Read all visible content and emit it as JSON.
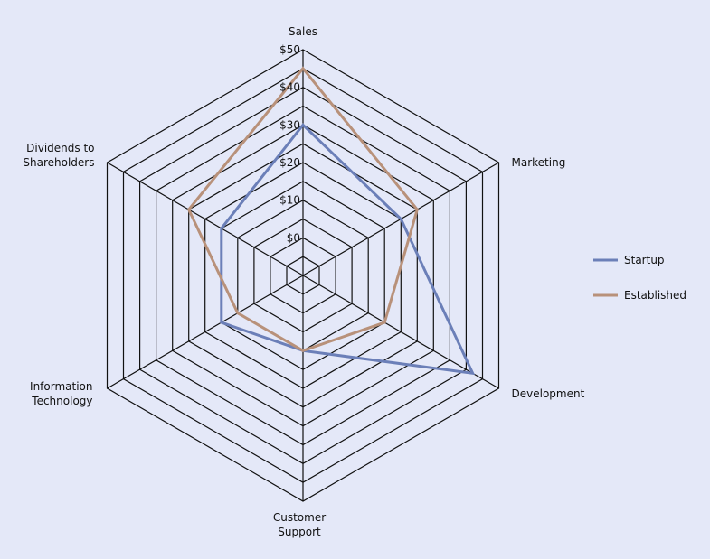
{
  "chart_data": {
    "type": "radar",
    "axes": [
      "Sales",
      "Marketing",
      "Development",
      "Customer Support",
      "Information Technology",
      "Dividends to Shareholders"
    ],
    "axis_label_lines": [
      [
        "Sales"
      ],
      [
        "Marketing"
      ],
      [
        "Development"
      ],
      [
        "Customer",
        "Support"
      ],
      [
        "Information",
        "Technology"
      ],
      [
        "Dividends to",
        "Shareholders"
      ]
    ],
    "scale": {
      "min": -10,
      "max": 50,
      "step": 5,
      "labeled_step": 10
    },
    "tick_labels": [
      "$0",
      "$10",
      "$20",
      "$30",
      "$40",
      "$50"
    ],
    "tick_values": [
      0,
      10,
      20,
      30,
      40,
      50
    ],
    "series": [
      {
        "name": "Startup",
        "color": "#6b7fb8",
        "values": [
          30,
          20,
          42,
          10,
          15,
          15
        ]
      },
      {
        "name": "Established",
        "color": "#b8917a",
        "values": [
          45,
          25,
          15,
          10,
          10,
          25
        ]
      }
    ],
    "legend_position": "right",
    "grid": true,
    "background": "#e4e8f8",
    "grid_color": "#111111"
  }
}
